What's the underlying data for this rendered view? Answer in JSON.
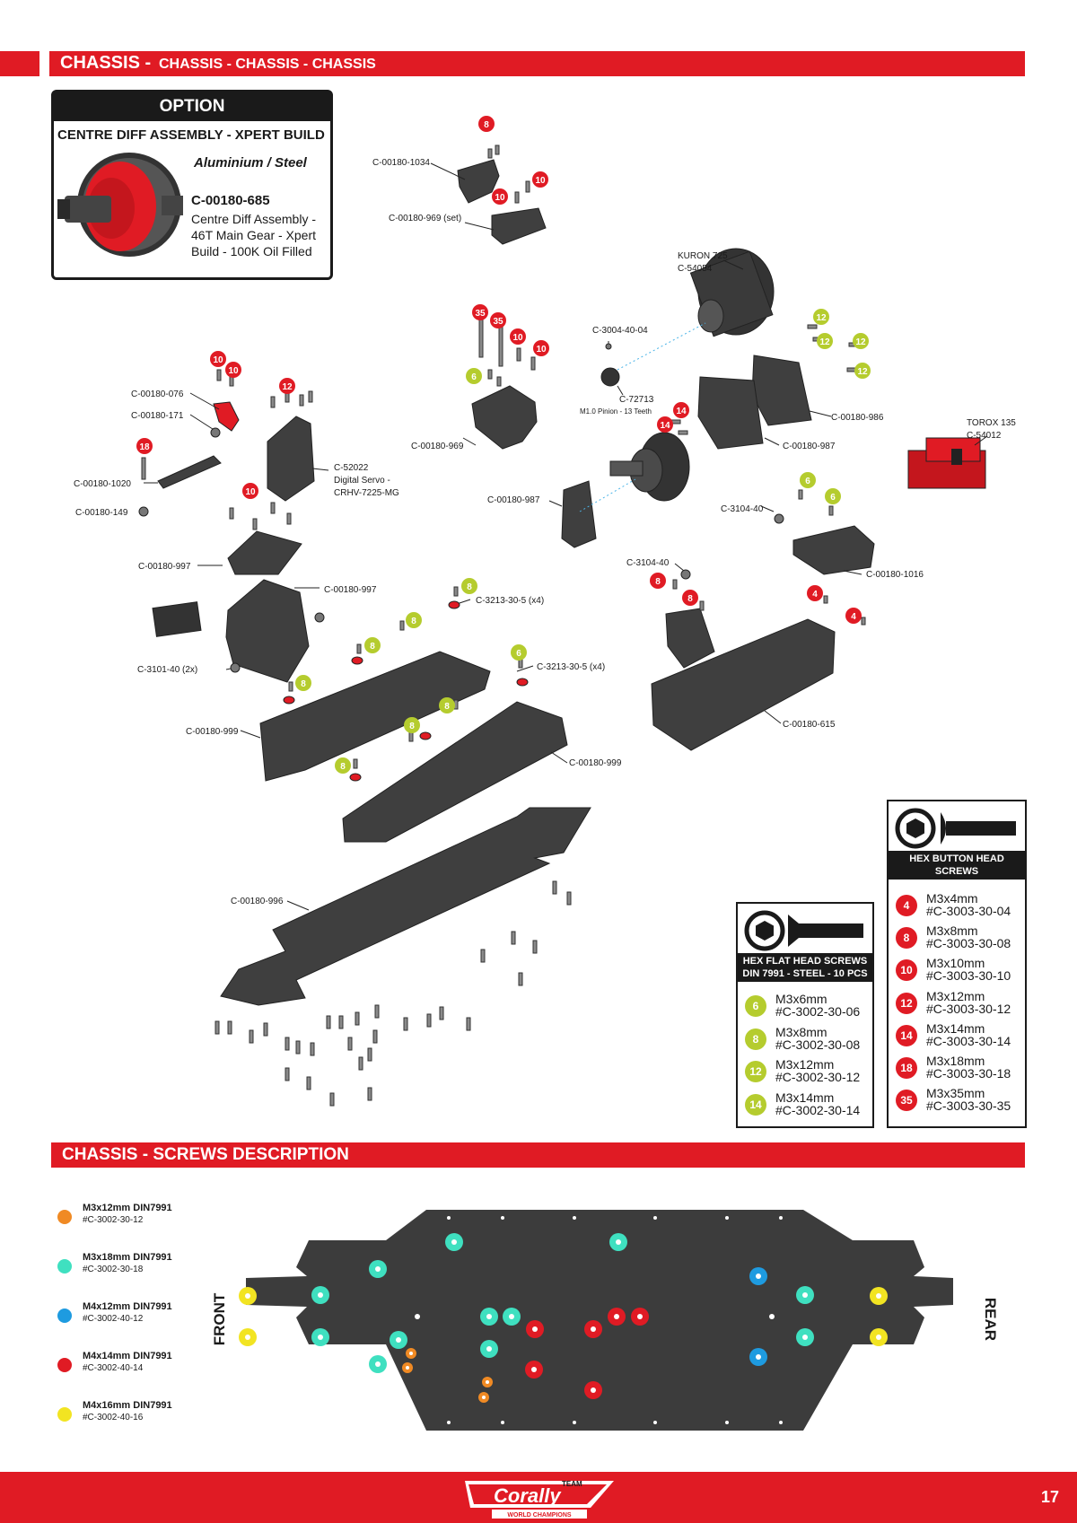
{
  "header": {
    "title_main": "CHASSIS -",
    "title_rest": "CHASSIS - CHASSIS - CHASSIS"
  },
  "option": {
    "title": "OPTION",
    "name": "CENTRE DIFF ASSEMBLY - XPERT BUILD",
    "material": "Aluminium / Steel",
    "code": "C-00180-685",
    "description": "Centre Diff Assembly - 46T Main Gear - Xpert Build - 100K Oil Filled"
  },
  "part_labels": {
    "p1034": "C-00180-1034",
    "p969set": "C-00180-969 (set)",
    "kuron_name": "KURON 725",
    "kuron_code": "C-54054",
    "p3004": "C-3004-40-04",
    "p72713": "C-72713",
    "pinion": "M1.0 Pinion - 13 Teeth",
    "p986": "C-00180-986",
    "p987a": "C-00180-987",
    "p987b": "C-00180-987",
    "torox_name": "TOROX 135",
    "torox_code": "C-54012",
    "p076": "C-00180-076",
    "p171": "C-00180-171",
    "p1020": "C-00180-1020",
    "p149": "C-00180-149",
    "servo_code": "C-52022",
    "servo_name": "Digital Servo -",
    "servo_model": "CRHV-7225-MG",
    "p969": "C-00180-969",
    "p3104a": "C-3104-40",
    "p3104b": "C-3104-40",
    "p1016": "C-00180-1016",
    "p997a": "C-00180-997",
    "p997b": "C-00180-997",
    "p3213a": "C-3213-30-5 (x4)",
    "p3213b": "C-3213-30-5 (x4)",
    "p3101": "C-3101-40 (2x)",
    "p999a": "C-00180-999",
    "p999b": "C-00180-999",
    "p615": "C-00180-615",
    "p996": "C-00180-996"
  },
  "badges": {
    "b8": "8",
    "b10": "10",
    "b12": "12",
    "b14": "14",
    "b18": "18",
    "b35": "35",
    "b6": "6",
    "b4": "4"
  },
  "flat_screws": {
    "title": "HEX FLAT HEAD SCREWS",
    "subtitle": "DIN 7991 - STEEL - 10 PCS",
    "color": "#b5cc2e",
    "items": [
      {
        "n": "6",
        "size": "M3x6mm",
        "code": "#C-3002-30-06"
      },
      {
        "n": "8",
        "size": "M3x8mm",
        "code": "#C-3002-30-08"
      },
      {
        "n": "12",
        "size": "M3x12mm",
        "code": "#C-3002-30-12"
      },
      {
        "n": "14",
        "size": "M3x14mm",
        "code": "#C-3002-30-14"
      }
    ]
  },
  "button_screws": {
    "title": "HEX BUTTON HEAD SCREWS",
    "subtitle": "DIN 7380 - STEEL - 10 PCS",
    "color": "#e01b24",
    "items": [
      {
        "n": "4",
        "size": "M3x4mm",
        "code": "#C-3003-30-04"
      },
      {
        "n": "8",
        "size": "M3x8mm",
        "code": "#C-3003-30-08"
      },
      {
        "n": "10",
        "size": "M3x10mm",
        "code": "#C-3003-30-10"
      },
      {
        "n": "12",
        "size": "M3x12mm",
        "code": "#C-3003-30-12"
      },
      {
        "n": "14",
        "size": "M3x14mm",
        "code": "#C-3003-30-14"
      },
      {
        "n": "18",
        "size": "M3x18mm",
        "code": "#C-3003-30-18"
      },
      {
        "n": "35",
        "size": "M3x35mm",
        "code": "#C-3003-30-35"
      }
    ]
  },
  "screws_section": {
    "title": "CHASSIS - SCREWS DESCRIPTION",
    "front": "FRONT",
    "rear": "REAR"
  },
  "legend": [
    {
      "label": "M3x12mm DIN7991",
      "code": "#C-3002-30-12",
      "color": "#f08a24"
    },
    {
      "label": "M3x18mm DIN7991",
      "code": "#C-3002-30-18",
      "color": "#3fe0c0"
    },
    {
      "label": "M4x12mm DIN7991",
      "code": "#C-3002-40-12",
      "color": "#1e9be0"
    },
    {
      "label": "M4x14mm DIN7991",
      "code": "#C-3002-40-14",
      "color": "#e01b24"
    },
    {
      "label": "M4x16mm DIN7991",
      "code": "#C-3002-40-16",
      "color": "#f2e422"
    }
  ],
  "footer": {
    "brand": "Corally",
    "team": "TEAM",
    "tagline": "WORLD CHAMPIONS",
    "page": "17"
  }
}
